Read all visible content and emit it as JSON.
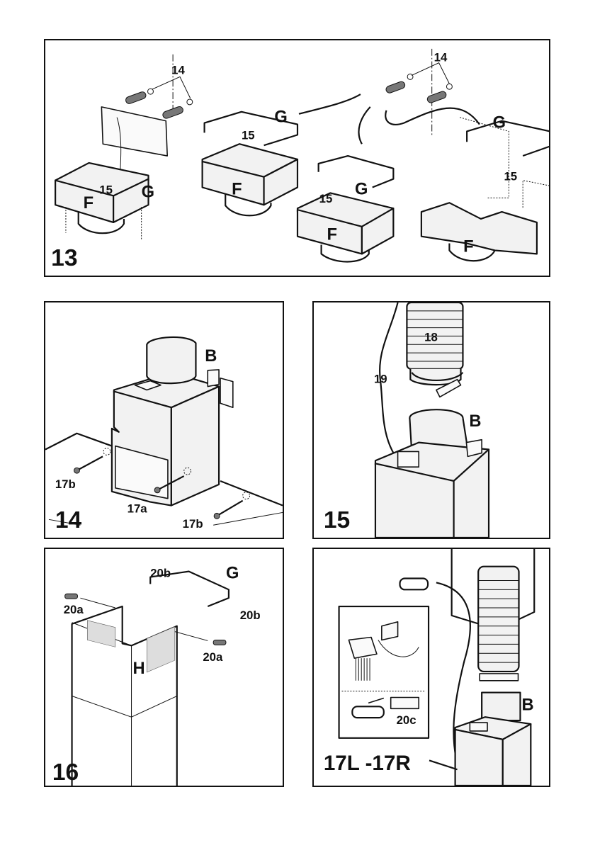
{
  "figures": {
    "fig13": {
      "number": "13",
      "labels": {
        "plug_14_a": "14",
        "plug_14_b": "14",
        "bracket_15_a": "15",
        "bracket_15_b": "15",
        "bracket_15_c": "15",
        "bracket_15_d": "15",
        "part_g_a": "G",
        "part_g_b": "G",
        "part_g_c": "G",
        "part_g_d": "G",
        "part_f_a": "F",
        "part_f_b": "F",
        "part_f_c": "F",
        "part_f_d": "F"
      }
    },
    "fig14": {
      "number": "14",
      "labels": {
        "part_b": "B",
        "screw_17a": "17a",
        "screw_17b_left": "17b",
        "screw_17b_right": "17b"
      }
    },
    "fig15": {
      "number": "15",
      "labels": {
        "hose_18": "18",
        "cable_19": "19",
        "part_b": "B"
      }
    },
    "fig16": {
      "number": "16",
      "labels": {
        "part_g": "G",
        "part_h": "H",
        "bracket_20b_left": "20b",
        "bracket_20b_right": "20b",
        "screw_20a_left": "20a",
        "screw_20a_right": "20a"
      }
    },
    "fig17": {
      "number": "17L -17R",
      "labels": {
        "part_b": "B",
        "connector_20c": "20c"
      }
    }
  }
}
